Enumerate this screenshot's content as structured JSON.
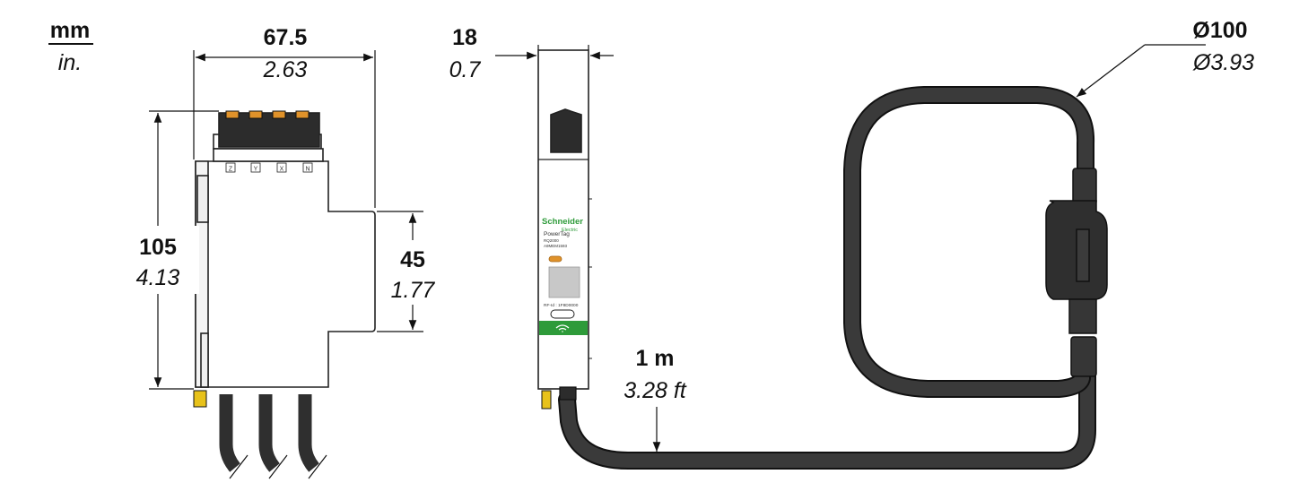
{
  "units": {
    "primary": "mm",
    "secondary": "in."
  },
  "dimensions": {
    "width": {
      "mm": "67.5",
      "in": "2.63"
    },
    "height": {
      "mm": "105",
      "in": "4.13"
    },
    "front_height": {
      "mm": "45",
      "in": "1.77"
    },
    "module_width": {
      "mm": "18",
      "in": "0.7"
    },
    "cable_length": {
      "mm": "1 m",
      "in": "3.28 ft"
    },
    "loop_diameter": {
      "mm": "Ø100",
      "in": "Ø3.93"
    }
  },
  "terminal_labels": [
    "Z",
    "Y",
    "X",
    "N"
  ],
  "device": {
    "brand": "Schneider",
    "brand_sub": "Electric",
    "product": "PowerTag",
    "model": "RQ2000",
    "ref": "A9MEM1593",
    "rf_id": "RF-Id : 1F8D0000"
  },
  "colors": {
    "cable": "#3a3a3a",
    "brand_green": "#2e9b3a",
    "terminal_orange": "#e0922a",
    "clip_yellow": "#e8c21a"
  }
}
